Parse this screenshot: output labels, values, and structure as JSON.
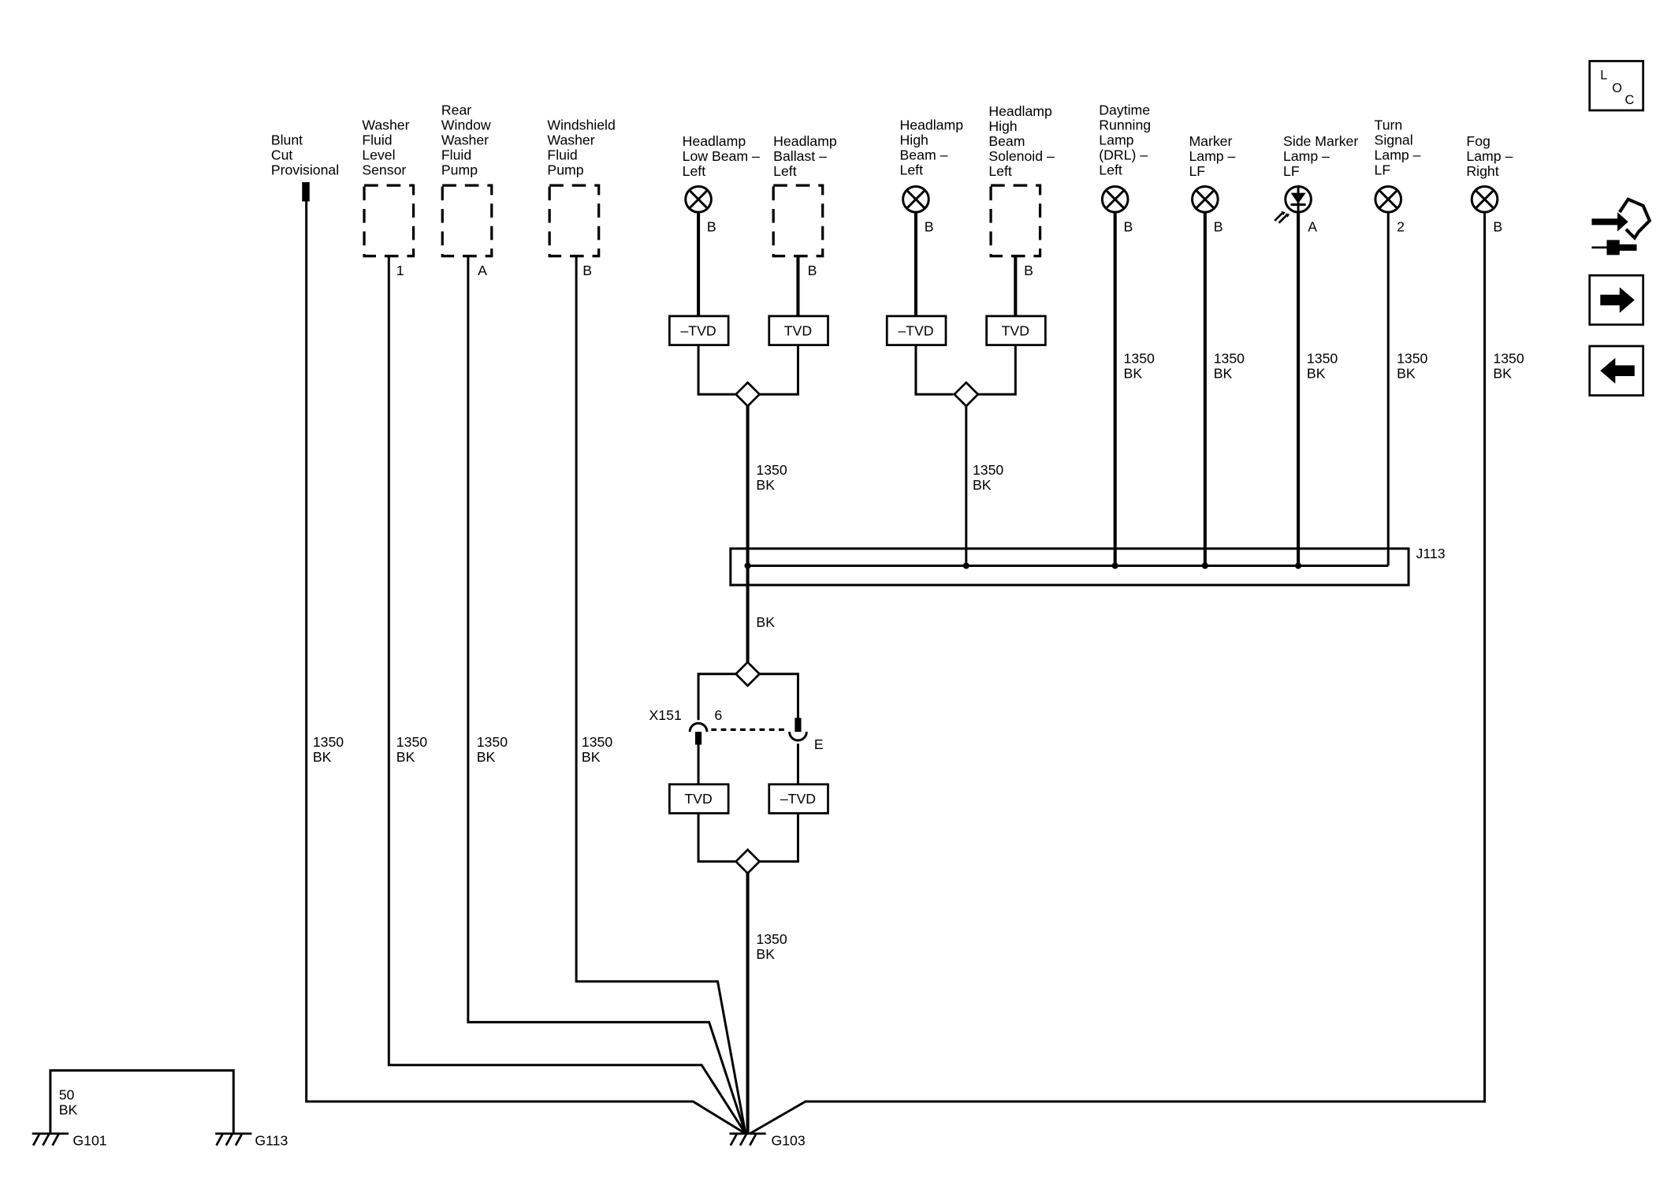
{
  "components": {
    "blunt_cut": {
      "label": [
        "Blunt",
        "Cut",
        "Provisional"
      ]
    },
    "washer_fluid_level_sensor": {
      "label": [
        "Washer",
        "Fluid",
        "Level",
        "Sensor"
      ],
      "pin": "1"
    },
    "rear_window_washer_pump": {
      "label": [
        "Rear",
        "Window",
        "Washer",
        "Fluid",
        "Pump"
      ],
      "pin": "A"
    },
    "windshield_washer_pump": {
      "label": [
        "Windshield",
        "Washer",
        "Fluid",
        "Pump"
      ],
      "pin": "B"
    },
    "headlamp_low_beam_left": {
      "label": [
        "Headlamp",
        "Low Beam –",
        "Left"
      ],
      "pin": "B"
    },
    "headlamp_ballast_left": {
      "label": [
        "Headlamp",
        "Ballast –",
        "Left"
      ],
      "pin": "B"
    },
    "headlamp_high_beam_left": {
      "label": [
        "Headlamp",
        "High",
        "Beam –",
        "Left"
      ],
      "pin": "B"
    },
    "headlamp_high_beam_solenoid_left": {
      "label": [
        "Headlamp",
        "High",
        "Beam",
        "Solenoid –",
        "Left"
      ],
      "pin": "B"
    },
    "drl_left": {
      "label": [
        "Daytime",
        "Running",
        "Lamp",
        "(DRL) –",
        "Left"
      ],
      "pin": "B"
    },
    "marker_lamp_lf": {
      "label": [
        "Marker",
        "Lamp –",
        "LF"
      ],
      "pin": "B"
    },
    "side_marker_lamp_lf": {
      "label": [
        "Side Marker",
        "Lamp –",
        "LF"
      ],
      "pin": "A"
    },
    "turn_signal_lamp_lf": {
      "label": [
        "Turn",
        "Signal",
        "Lamp –",
        "LF"
      ],
      "pin": "2"
    },
    "fog_lamp_right": {
      "label": [
        "Fog",
        "Lamp –",
        "Right"
      ],
      "pin": "B"
    }
  },
  "tvd": {
    "tvd": "TVD",
    "neg_tvd": "–TVD"
  },
  "wire": {
    "num": "1350",
    "color": "BK",
    "ground_strap_num": "50"
  },
  "splice": {
    "name": "J113"
  },
  "connector": {
    "name": "X151",
    "pin_left": "6",
    "pin_right": "E"
  },
  "grounds": {
    "g101": "G101",
    "g113": "G113",
    "g103": "G103"
  },
  "loc_icon": {
    "l": "L",
    "o": "O",
    "c": "C"
  },
  "nav_icons": [
    "loc-icon",
    "component-tool-icon",
    "next-arrow-icon",
    "previous-arrow-icon"
  ]
}
